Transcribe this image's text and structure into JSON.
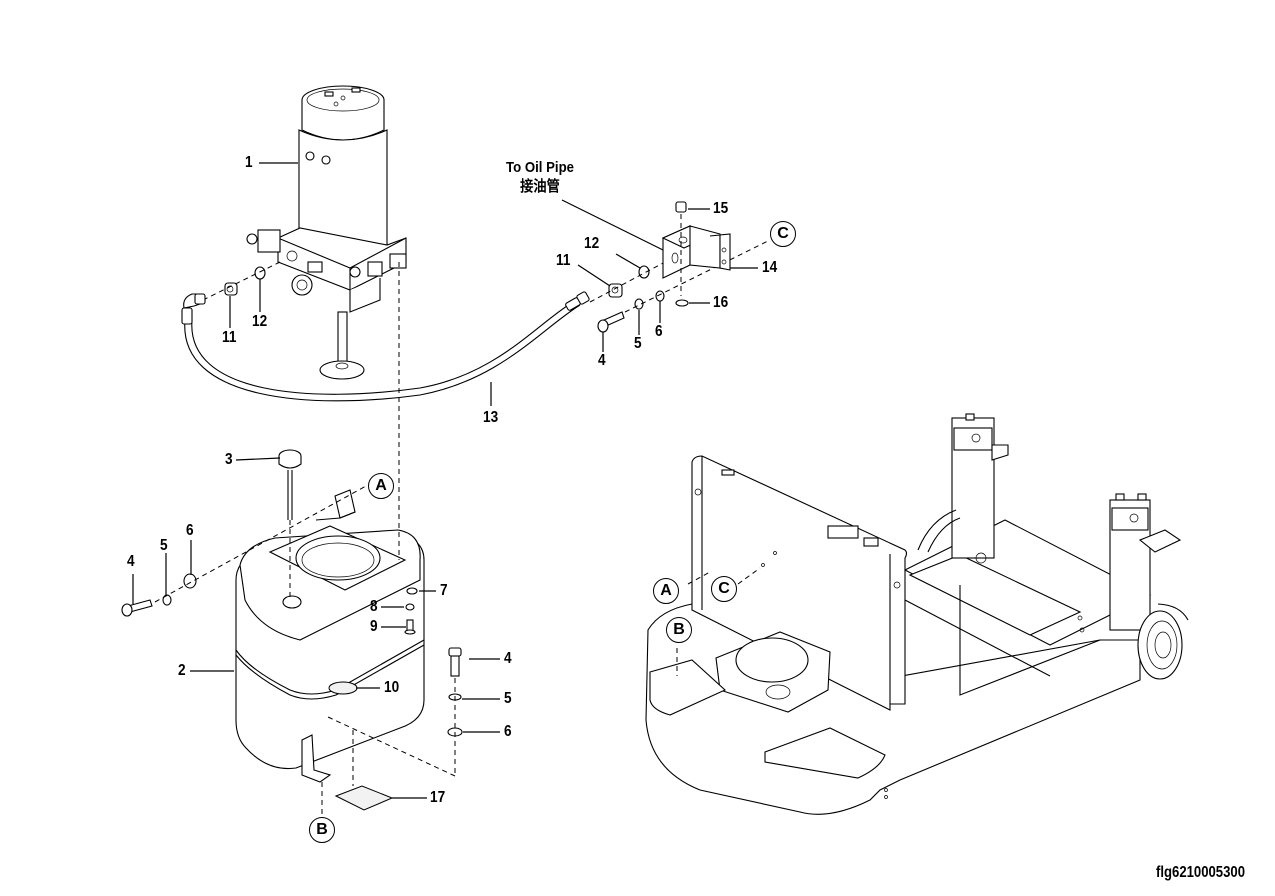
{
  "diagram": {
    "type": "exploded-parts-diagram",
    "figure_id": "flg6210005300",
    "note": {
      "line1": "To Oil Pipe",
      "line2": "接油管"
    },
    "reference_markers": [
      "A",
      "B",
      "C"
    ],
    "callouts": {
      "c1": "1",
      "c2": "2",
      "c3": "3",
      "c4a": "4",
      "c4b": "4",
      "c4c": "4",
      "c5a": "5",
      "c5b": "5",
      "c5c": "5",
      "c6a": "6",
      "c6b": "6",
      "c6c": "6",
      "c7": "7",
      "c8": "8",
      "c9": "9",
      "c10": "10",
      "c11a": "11",
      "c11b": "11",
      "c12a": "12",
      "c12b": "12",
      "c13": "13",
      "c14": "14",
      "c15": "15",
      "c16": "16",
      "c17": "17"
    },
    "refs": {
      "a1": "A",
      "a2": "A",
      "b1": "B",
      "b2": "B",
      "cc1": "C",
      "cc2": "C"
    }
  }
}
